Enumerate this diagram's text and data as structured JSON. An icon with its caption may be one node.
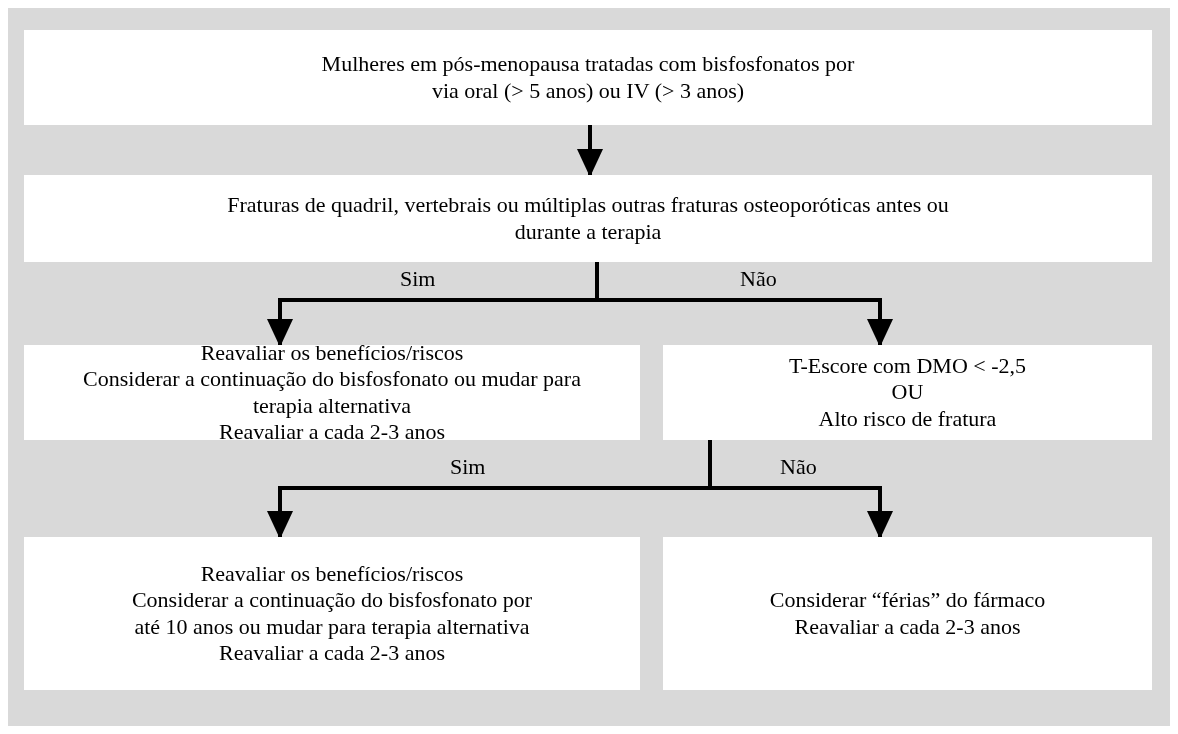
{
  "diagram": {
    "nodes": [
      {
        "text": [
          "Mulheres em pós-menopausa tratadas com bisfosfonatos por via oral (> 5 anos) ou IV (> 3 anos)"
        ]
      },
      {
        "text": [
          "Fraturas de quadril, vertebrais ou múltiplas outras fraturas osteoporóticas antes ou durante a terapia"
        ]
      },
      {
        "text": [
          "Reavaliar os benefícios/riscos",
          "Considerar a continuação do bisfosfonato ou mudar para terapia alternativa",
          "Reavaliar a cada 2-3 anos"
        ]
      },
      {
        "text": [
          "T-Escore com DMO < -2,5",
          "OU",
          "Alto risco de fratura"
        ]
      },
      {
        "text": [
          "Reavaliar os benefícios/riscos",
          "Considerar a continuação do bisfosfonato por até 10 anos ou mudar para terapia alternativa",
          "Reavaliar a cada 2-3 anos"
        ]
      },
      {
        "text": [
          "Considerar “férias” do fármaco",
          "Reavaliar a cada 2-3 anos"
        ]
      }
    ],
    "edges": [
      {
        "from": 0,
        "to": 1,
        "arrow": "to"
      },
      {
        "from": 1,
        "to": 2,
        "arrow": "to",
        "label": "Sim"
      },
      {
        "from": 1,
        "to": 3,
        "arrow": "to",
        "label": "Não"
      },
      {
        "from": 3,
        "to": 4,
        "arrow": "to",
        "label": "Sim"
      },
      {
        "from": 3,
        "to": 5,
        "arrow": "to",
        "label": "Não"
      }
    ]
  }
}
